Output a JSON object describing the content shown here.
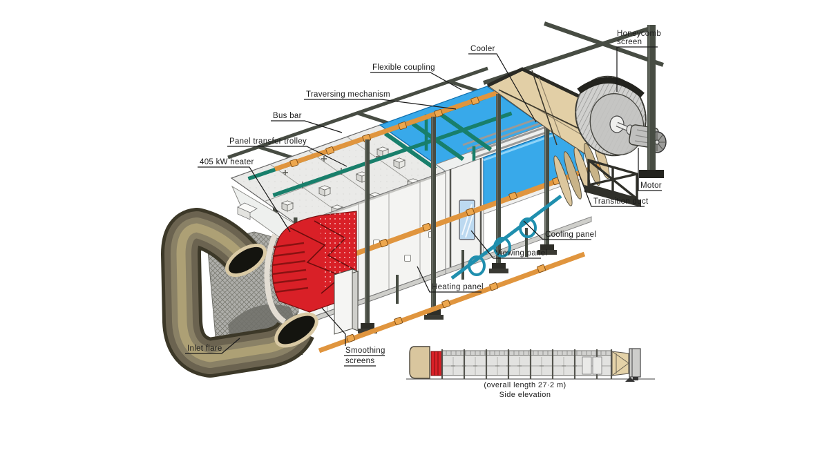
{
  "labels": {
    "honeycomb_line1": "Honeycomb",
    "honeycomb_line2": "screen",
    "cooler": "Cooler",
    "flexible_coupling": "Flexible coupling",
    "traversing_mechanism": "Traversing mechanism",
    "bus_bar": "Bus bar",
    "panel_transfer_trolley": "Panel transfer trolley",
    "heater": "405 kW heater",
    "motor": "Motor",
    "transition_duct": "Transition duct",
    "cooling_panel": "Cooling panel",
    "viewing_panel": "Viewing panel",
    "heating_panel": "Heating panel",
    "inlet_flare": "Inlet flare",
    "smoothing_line1": "Smoothing",
    "smoothing_line2": "screens"
  },
  "side_elevation": {
    "caption": "(overall length 27·2 m)",
    "title": "Side elevation"
  },
  "colors": {
    "heater_red": "#d92027",
    "cooler_blue": "#38a9ea",
    "bus_orange": "#e0953e",
    "rail_green": "#187f6b",
    "duct_tan": "#e2cfa6",
    "frame_dark": "#474c43",
    "flare_olive": "#6b6350",
    "viewing_blue": "#bcd9f0",
    "drum_grey": "#d0d0ce"
  }
}
